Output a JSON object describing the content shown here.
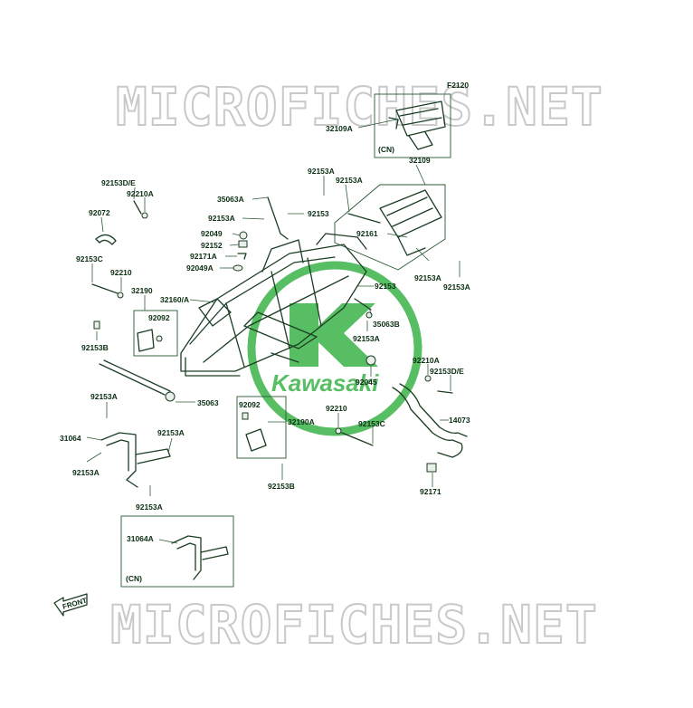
{
  "figure_code": "F2120",
  "watermark": {
    "top_text": "MICROFICHES.NET",
    "bottom_text": "MICROFICHES.NET",
    "logo_text": "Kawasaki",
    "logo_color": "#3cb34a"
  },
  "front_arrow_label": "FRONT",
  "boxes": {
    "top_cn": "(CN)",
    "bottom_cn": "(CN)"
  },
  "parts": [
    {
      "id": "p32109A",
      "label": "32109A"
    },
    {
      "id": "p32109",
      "label": "32109"
    },
    {
      "id": "p92153A_1",
      "label": "92153A"
    },
    {
      "id": "p92153A_2",
      "label": "92153A"
    },
    {
      "id": "p35063A",
      "label": "35063A"
    },
    {
      "id": "p92153A_3",
      "label": "92153A"
    },
    {
      "id": "p92153",
      "label": "92153"
    },
    {
      "id": "p92049",
      "label": "92049"
    },
    {
      "id": "p92152",
      "label": "92152"
    },
    {
      "id": "p92171A",
      "label": "92171A"
    },
    {
      "id": "p92049A",
      "label": "92049A"
    },
    {
      "id": "p92161",
      "label": "92161"
    },
    {
      "id": "p92153DE_1",
      "label": "92153D/E"
    },
    {
      "id": "p92210A_1",
      "label": "92210A"
    },
    {
      "id": "p92072",
      "label": "92072"
    },
    {
      "id": "p92153C_1",
      "label": "92153C"
    },
    {
      "id": "p92210_1",
      "label": "92210"
    },
    {
      "id": "p32190",
      "label": "32190"
    },
    {
      "id": "p32160A",
      "label": "32160/A"
    },
    {
      "id": "p92092_1",
      "label": "92092"
    },
    {
      "id": "p92153B_1",
      "label": "92153B"
    },
    {
      "id": "p92153A_4",
      "label": "92153A"
    },
    {
      "id": "p92153A_5",
      "label": "92153A"
    },
    {
      "id": "p92153_2",
      "label": "92153"
    },
    {
      "id": "p35063B",
      "label": "35063B"
    },
    {
      "id": "p92153A_6",
      "label": "92153A"
    },
    {
      "id": "p92045",
      "label": "92045"
    },
    {
      "id": "p92210A_2",
      "label": "92210A"
    },
    {
      "id": "p92153DE_2",
      "label": "92153D/E"
    },
    {
      "id": "p35063",
      "label": "35063"
    },
    {
      "id": "p92153A_7",
      "label": "92153A"
    },
    {
      "id": "p92092_2",
      "label": "92092"
    },
    {
      "id": "p32190A",
      "label": "32190A"
    },
    {
      "id": "p92210_2",
      "label": "92210"
    },
    {
      "id": "p92153C_2",
      "label": "92153C"
    },
    {
      "id": "p14073",
      "label": "14073"
    },
    {
      "id": "p31064",
      "label": "31064"
    },
    {
      "id": "p92153A_8",
      "label": "92153A"
    },
    {
      "id": "p92153A_9",
      "label": "92153A"
    },
    {
      "id": "p92153A_10",
      "label": "92153A"
    },
    {
      "id": "p92153B_2",
      "label": "92153B"
    },
    {
      "id": "p92171",
      "label": "92171"
    },
    {
      "id": "p31064A",
      "label": "31064A"
    }
  ]
}
